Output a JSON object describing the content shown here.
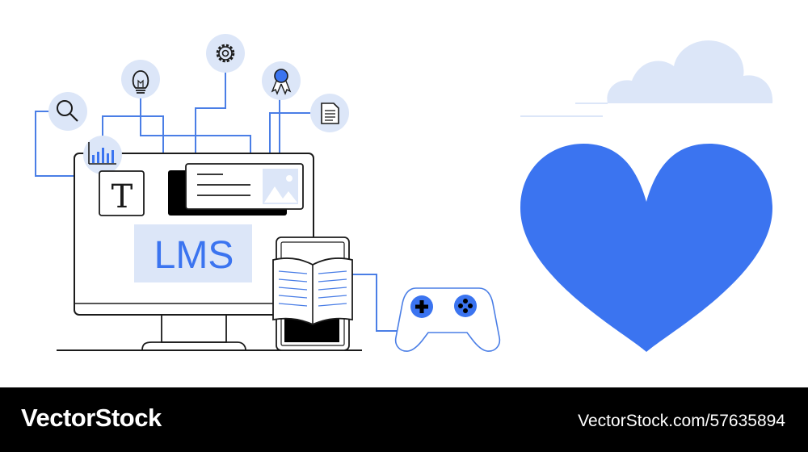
{
  "screen": {
    "lms_label": "LMS",
    "text_tile_glyph": "T"
  },
  "icons": [
    "search-icon",
    "bar-chart-icon",
    "lightbulb-icon",
    "gear-icon",
    "award-ribbon-icon",
    "document-icon",
    "open-book-icon",
    "gamepad-icon",
    "heart-icon",
    "cloud-icon"
  ],
  "colors": {
    "accent": "#3b74f0",
    "accent_light": "#dce6f8",
    "line": "#4a7ee6",
    "outline": "#1b1b1b",
    "footer_bg": "#000000"
  },
  "footer": {
    "brand": "VectorStock",
    "url": "VectorStock.com/57635894"
  }
}
